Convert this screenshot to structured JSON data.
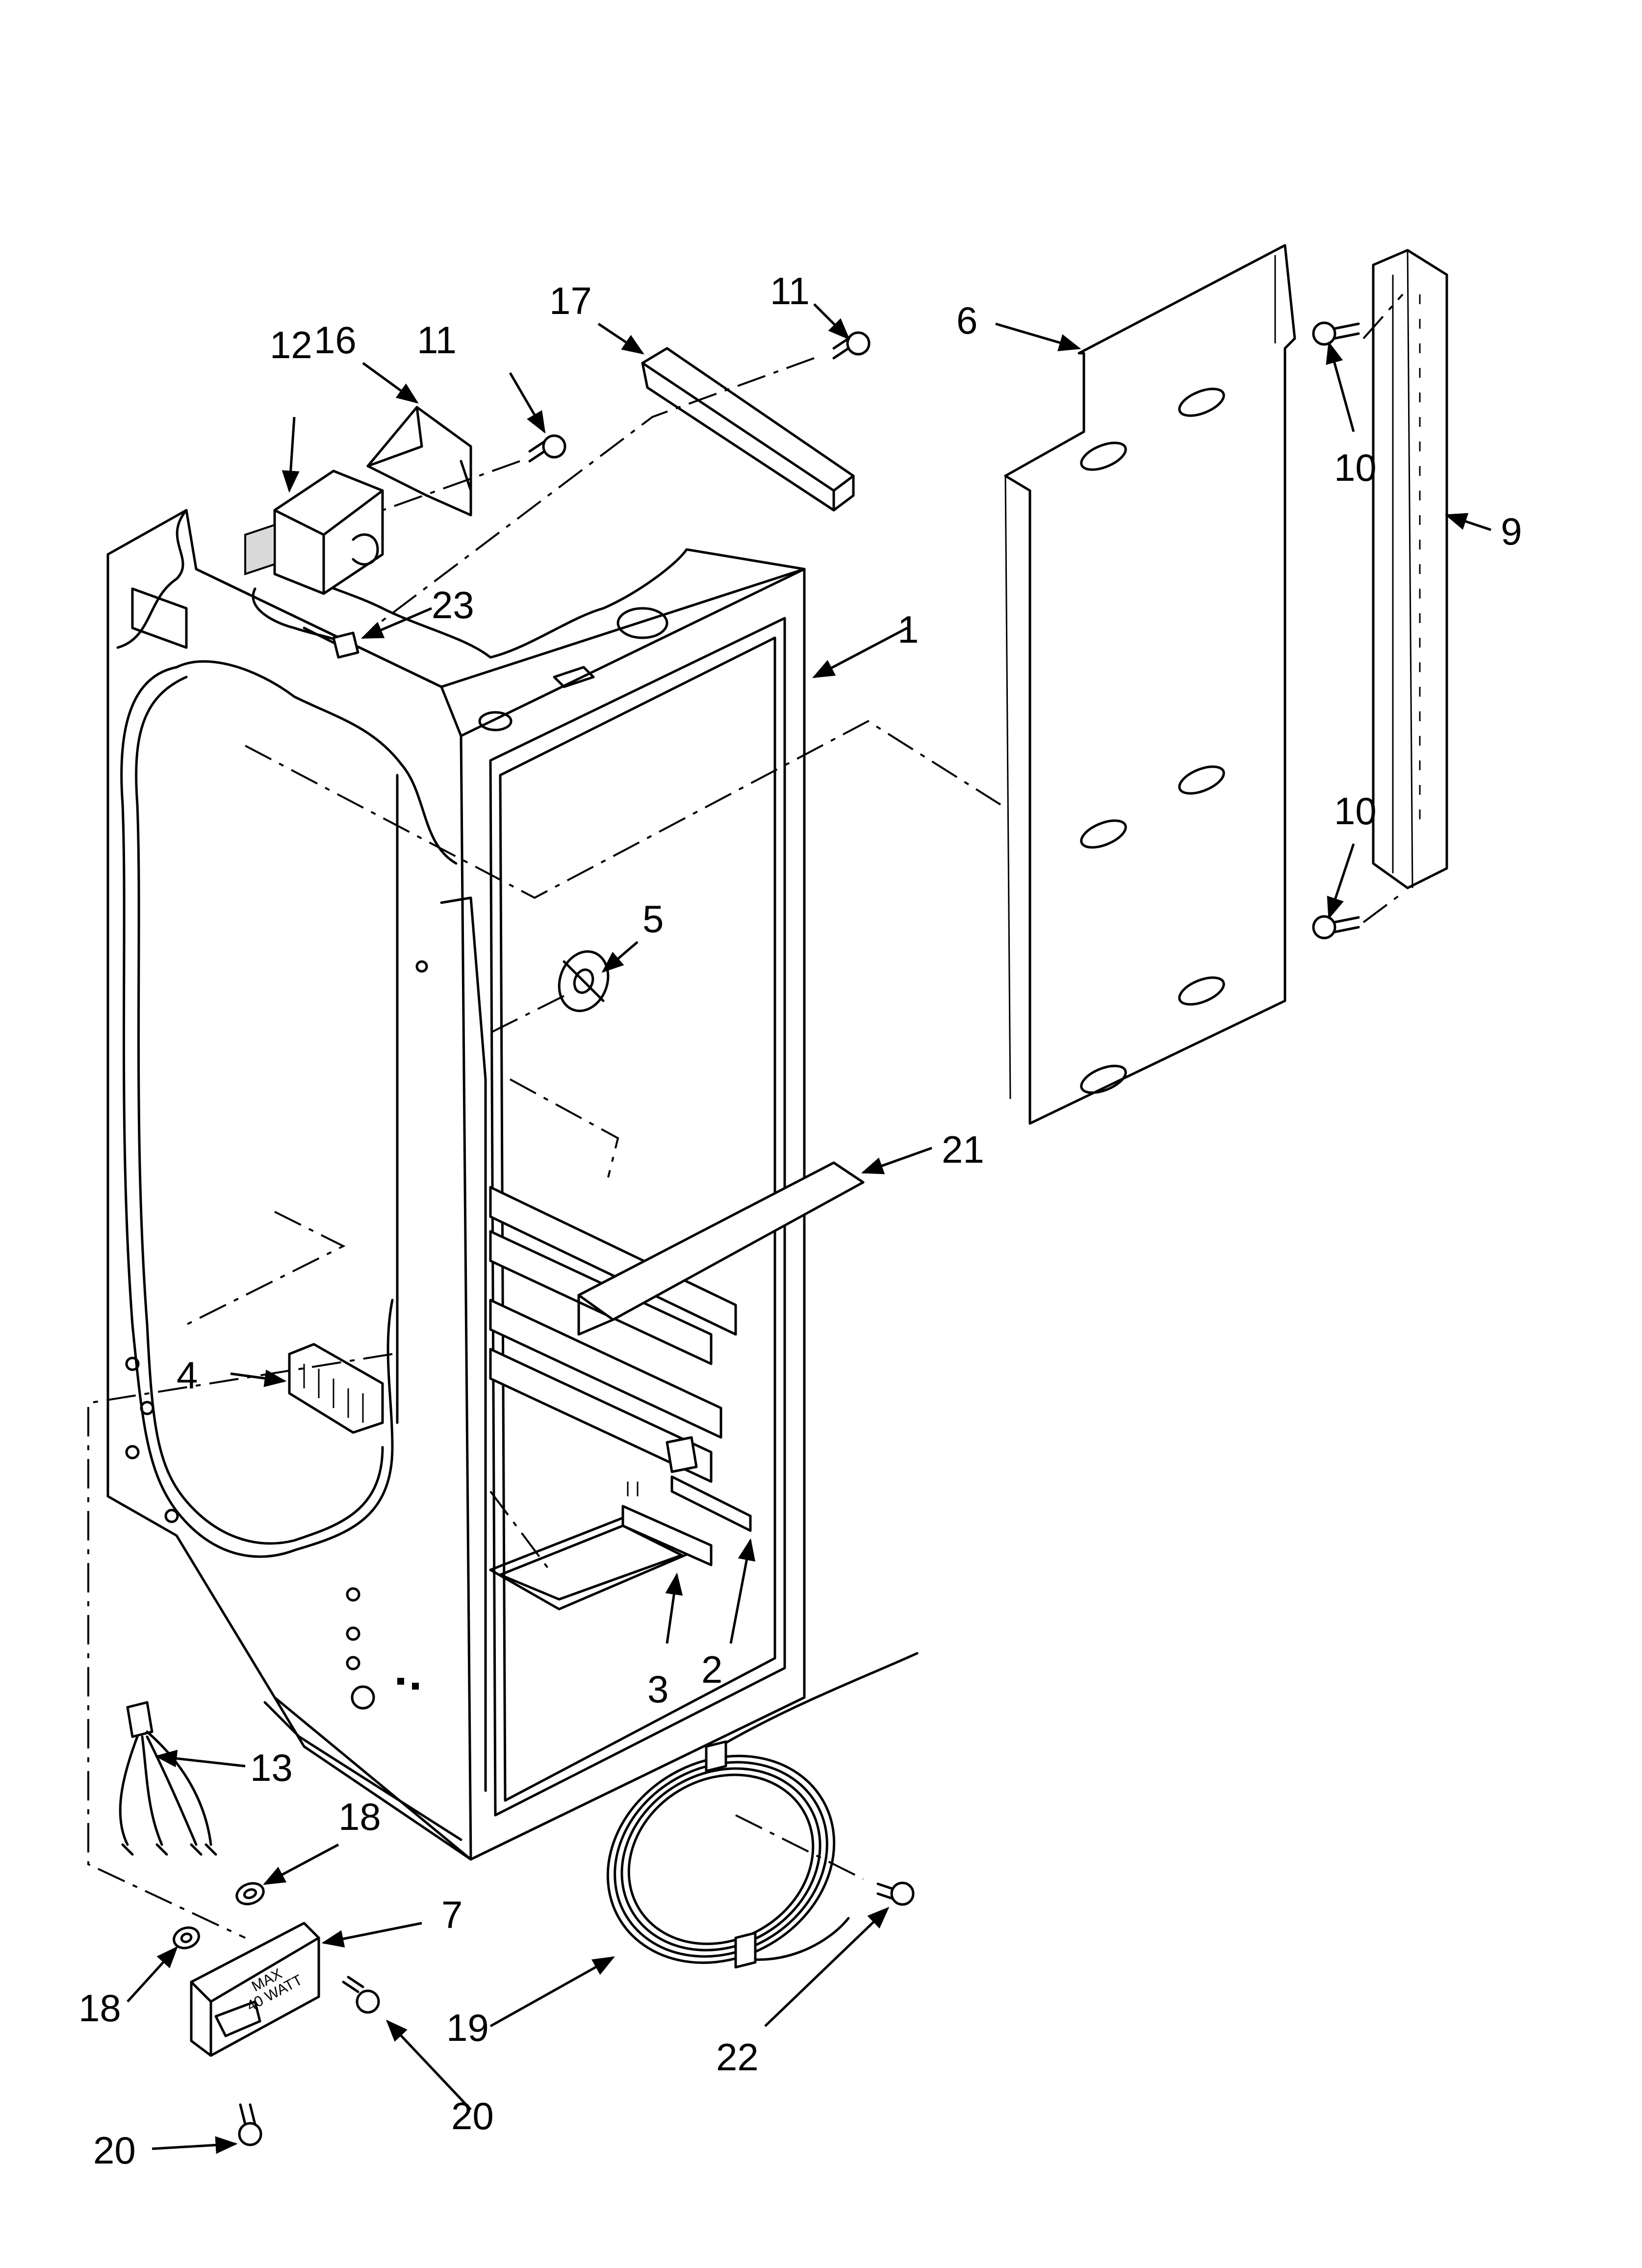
{
  "callouts": [
    {
      "id": "1",
      "label": "1"
    },
    {
      "id": "2",
      "label": "2"
    },
    {
      "id": "3",
      "label": "3"
    },
    {
      "id": "4",
      "label": "4"
    },
    {
      "id": "5",
      "label": "5"
    },
    {
      "id": "6",
      "label": "6"
    },
    {
      "id": "7",
      "label": "7"
    },
    {
      "id": "9",
      "label": "9"
    },
    {
      "id": "10a",
      "label": "10"
    },
    {
      "id": "10b",
      "label": "10"
    },
    {
      "id": "11a",
      "label": "11"
    },
    {
      "id": "11b",
      "label": "11"
    },
    {
      "id": "12",
      "label": "12"
    },
    {
      "id": "13",
      "label": "13"
    },
    {
      "id": "16",
      "label": "16"
    },
    {
      "id": "17",
      "label": "17"
    },
    {
      "id": "18a",
      "label": "18"
    },
    {
      "id": "18b",
      "label": "18"
    },
    {
      "id": "19",
      "label": "19"
    },
    {
      "id": "20a",
      "label": "20"
    },
    {
      "id": "20b",
      "label": "20"
    },
    {
      "id": "21",
      "label": "21"
    },
    {
      "id": "22",
      "label": "22"
    },
    {
      "id": "23",
      "label": "23"
    }
  ],
  "lamp_housing_stamp": {
    "line1": "MAX",
    "line2": "40 WATT"
  }
}
